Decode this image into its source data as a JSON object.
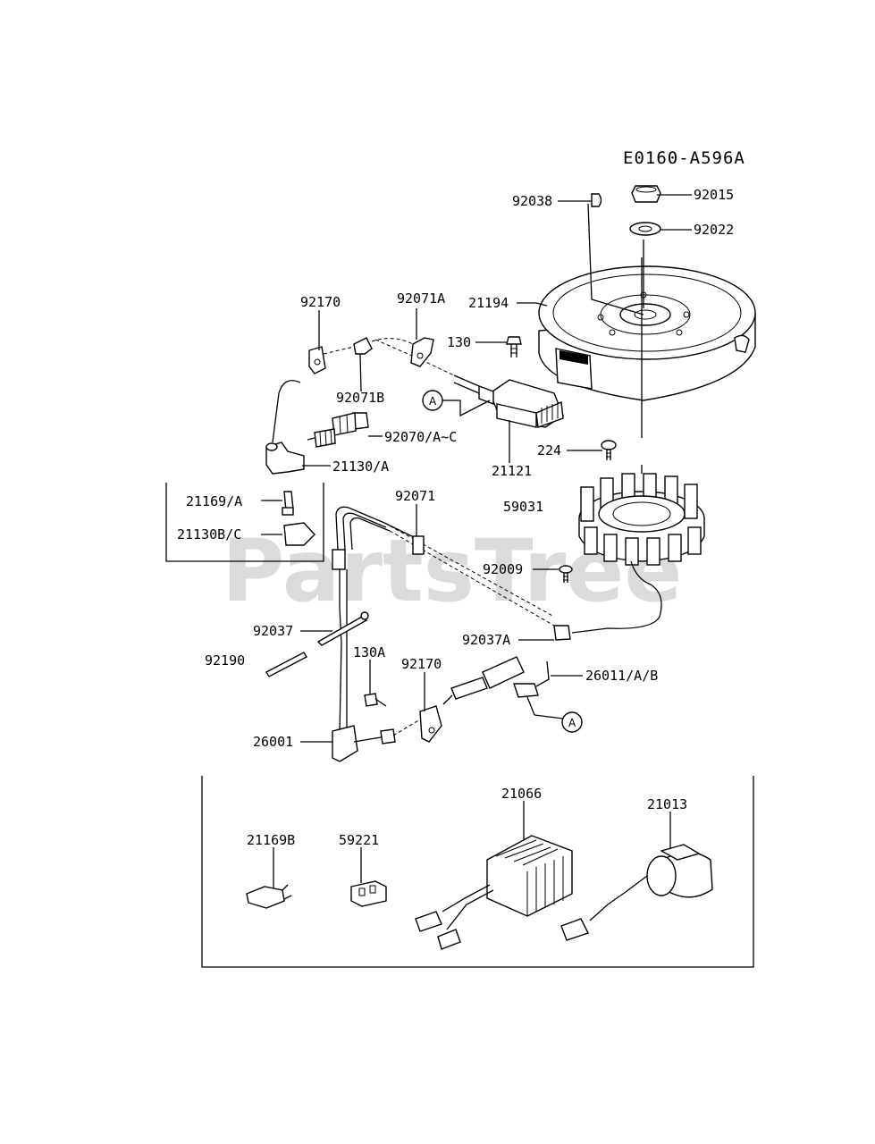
{
  "diagram_code": "E0160-A596A",
  "watermark": "PartsTree",
  "callout_marker": "A",
  "colors": {
    "line": "#000000",
    "watermark": "#cfcfcf",
    "background": "#ffffff"
  },
  "labels": {
    "p92038": "92038",
    "p92015": "92015",
    "p92022": "92022",
    "p21194": "21194",
    "p92170_top": "92170",
    "p92071A": "92071A",
    "p130": "130",
    "p92071B": "92071B",
    "p92070": "92070/A~C",
    "p21130A": "21130/A",
    "p21121": "21121",
    "p224": "224",
    "p21169A": "21169/A",
    "p21130BC": "21130B/C",
    "p92071": "92071",
    "p59031": "59031",
    "p92009": "92009",
    "p92037": "92037",
    "p92037A": "92037A",
    "p92190": "92190",
    "p130A": "130A",
    "p92170_mid": "92170",
    "p26011": "26011/A/B",
    "p26001": "26001",
    "p21066": "21066",
    "p21013": "21013",
    "p21169B": "21169B",
    "p59221": "59221"
  }
}
